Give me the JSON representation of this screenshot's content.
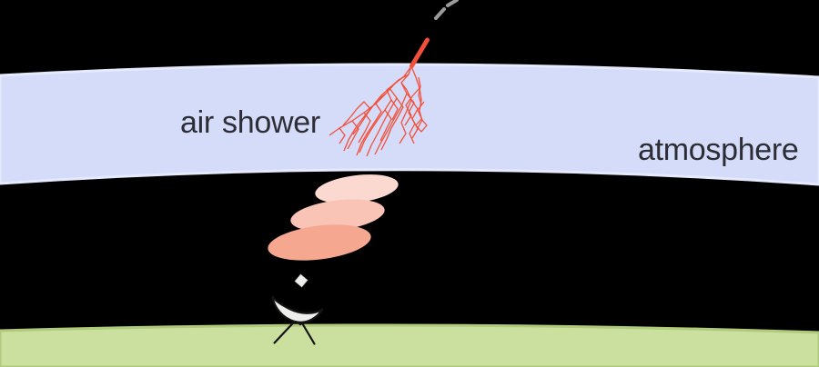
{
  "diagram": {
    "labels": {
      "air_shower": "air shower",
      "atmosphere": "atmosphere"
    },
    "icons": {
      "antenna": "radio-antenna-icon",
      "trajectory": "dashed-trajectory",
      "primary": "primary-particle-track"
    },
    "colors": {
      "background": "#000000",
      "atmosphere_fill": "#d5dcf9",
      "atmosphere_border": "#e5eafd",
      "label_text": "#2d2d35",
      "track_red": "#f2503a",
      "trajectory_gray": "#9b9b9b",
      "footprint_top": "#fbd8d0",
      "footprint_middle": "#f9c3b5",
      "footprint_bottom": "#f5a78f",
      "ground_fill": "#cbdf9e",
      "ground_border": "#b0ca7c",
      "antenna_dish_fill": "#eeeeec",
      "antenna_outline": "#141414"
    }
  }
}
